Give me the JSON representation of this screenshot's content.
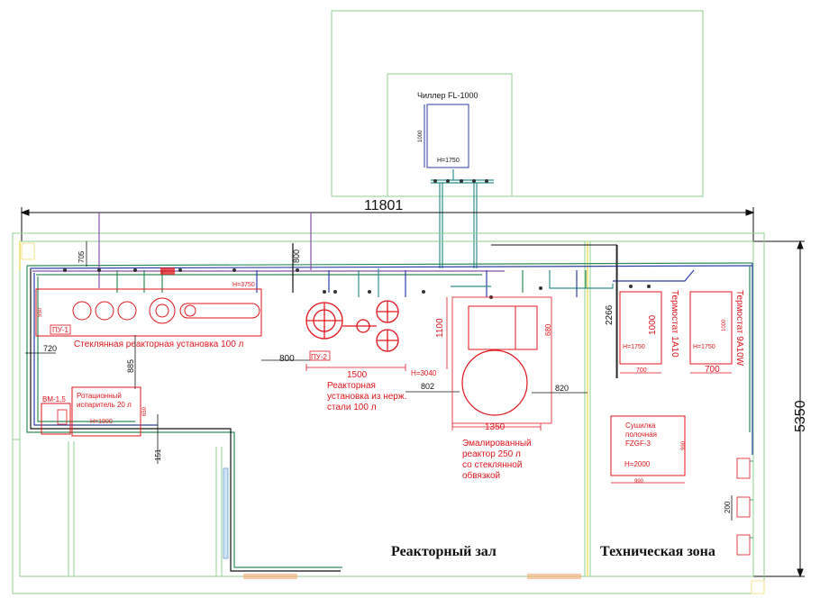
{
  "colors": {
    "wall_green": "#8fd08f",
    "dark_green": "#2e8b57",
    "equipment_red": "#e0151b",
    "dimension_black": "#111111",
    "pipe_blue": "#2b3ea8",
    "pipe_purple": "#8a4fa6",
    "pipe_teal": "#2f8f8f",
    "zone_yellow": "#f2e68a",
    "door_orange": "#f3a96b"
  },
  "dimensions": {
    "total_width": "11801",
    "total_height": "5350",
    "d705": "705",
    "d800_top": "800",
    "d720": "720",
    "d885": "885",
    "d800_mid": "800",
    "d802": "802",
    "d820": "820",
    "d2266": "2266",
    "d151": "151",
    "d200": "200"
  },
  "chiller": {
    "title": "Чиллер FL-1000",
    "width": "1000",
    "height_mark": "H=1750"
  },
  "equipment": {
    "pu1_tag": "ПУ-1",
    "pu1_height": "H=3750",
    "pu1_depth": "550",
    "pu1_label": "Стеклянная реакторная установка 100 л",
    "rot_label_1": "Ротационный",
    "rot_label_2": "испаритель 20 л",
    "rot_height": "H=1900",
    "rot_depth": "650",
    "bm_label": "ВМ-1,5",
    "pu2_tag": "ПУ-2",
    "ss_width": "1500",
    "ss_height_mark": "H=3040",
    "ss_depth": "1100",
    "ss_label_1": "Реакторная",
    "ss_label_2": "установка из нерж.",
    "ss_label_3": "стали 100 л",
    "enamel_width": "1350",
    "enamel_depth": "680",
    "enamel_label_1": "Эмалированный",
    "enamel_label_2": "реактор 250 л",
    "enamel_label_3": "со стеклянной",
    "enamel_label_4": "обвязкой",
    "thermo1_label": "Термостат 1А10",
    "thermo1_depth": "1000",
    "thermo1_height": "H=1750",
    "thermo1_width": "700",
    "thermo2_label": "Термостат 9А10W",
    "thermo2_depth": "1000",
    "thermo2_height": "H=1750",
    "thermo2_width": "700",
    "dryer_label_1": "Сушилка",
    "dryer_label_2": "полочная",
    "dryer_label_3": "FZGF-3",
    "dryer_height": "H=2000",
    "dryer_depth": "990",
    "dryer_width": "990"
  },
  "zones": {
    "reactor_hall": "Реакторный зал",
    "technical_zone": "Техническая зона"
  }
}
